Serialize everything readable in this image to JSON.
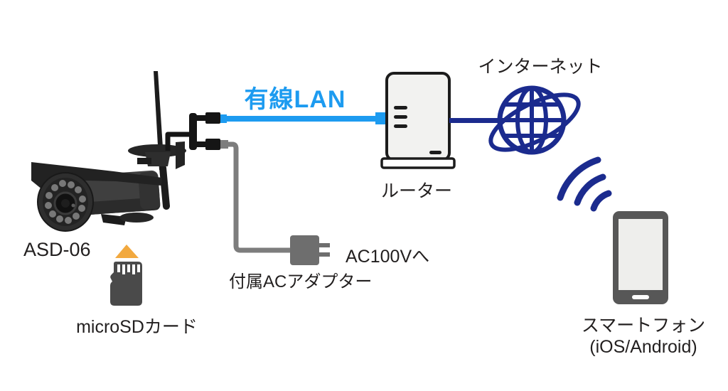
{
  "labels": {
    "camera_model": "ASD-06",
    "microsd_card": "microSDカード",
    "wired_lan": "有線LAN",
    "router": "ルーター",
    "internet": "インターネット",
    "ac_outlet": "AC100Vへ",
    "ac_adapter": "付属ACアダプター",
    "smartphone": "スマートフォン",
    "smartphone_os": "(iOS/Android)"
  },
  "icons": {
    "camera": "security-camera-icon",
    "microsd": "microsd-card-icon",
    "insert_arrow": "insert-arrow-up-icon",
    "lan_splitter": "lan-splitter-cable-icon",
    "router": "router-icon",
    "internet_globe": "internet-globe-icon",
    "wifi": "wifi-signal-icon",
    "smartphone": "smartphone-icon",
    "ac_adapter": "ac-adapter-plug-icon"
  },
  "colors": {
    "lan_blue": "#1D9BF0",
    "navy_blue": "#1B2B8E",
    "cable_gray": "#7D7D7D",
    "device_gray": "#575757",
    "sd_card_gray": "#4A4A4A",
    "sd_orange": "#F2A93F",
    "router_fill": "#F2F2F0",
    "text_dark": "#221F1F"
  }
}
